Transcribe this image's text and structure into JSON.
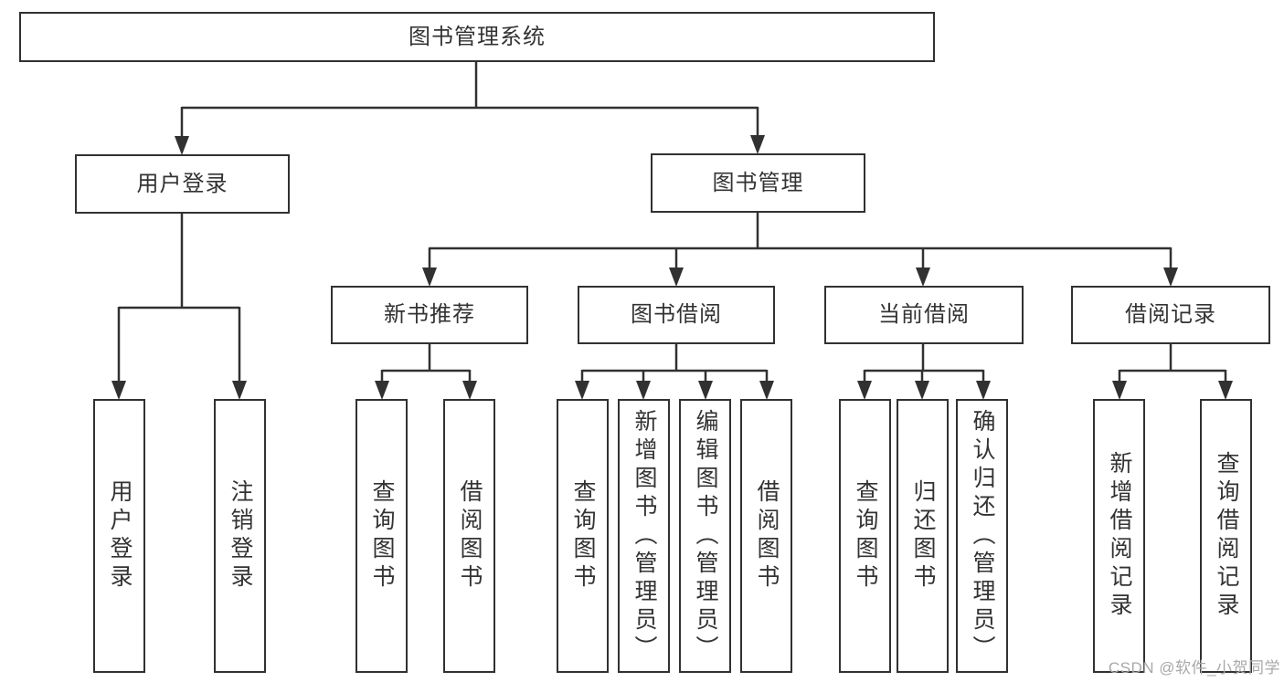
{
  "diagram_type": "hierarchy-tree",
  "colors": {
    "line": "#313131",
    "box_border": "#313131",
    "box_background": "#ffffff",
    "text": "#333333",
    "watermark": "#a8a8a8",
    "background": "#ffffff"
  },
  "tree": {
    "label": "图书管理系统",
    "children": [
      {
        "label": "用户登录",
        "children": [
          {
            "label": "用户登录"
          },
          {
            "label": "注销登录"
          }
        ]
      },
      {
        "label": "图书管理",
        "children": [
          {
            "label": "新书推荐",
            "children": [
              {
                "label": "查询图书"
              },
              {
                "label": "借阅图书"
              }
            ]
          },
          {
            "label": "图书借阅",
            "children": [
              {
                "label": "查询图书"
              },
              {
                "label": "新增图书（管理员）"
              },
              {
                "label": "编辑图书（管理员）"
              },
              {
                "label": "借阅图书"
              }
            ]
          },
          {
            "label": "当前借阅",
            "children": [
              {
                "label": "查询图书"
              },
              {
                "label": "归还图书"
              },
              {
                "label": "确认归还（管理员）"
              }
            ]
          },
          {
            "label": "借阅记录",
            "children": [
              {
                "label": "新增借阅记录"
              },
              {
                "label": "查询借阅记录"
              }
            ]
          }
        ]
      }
    ]
  },
  "watermark": {
    "text": "CSDN @软件_小贺同学"
  }
}
